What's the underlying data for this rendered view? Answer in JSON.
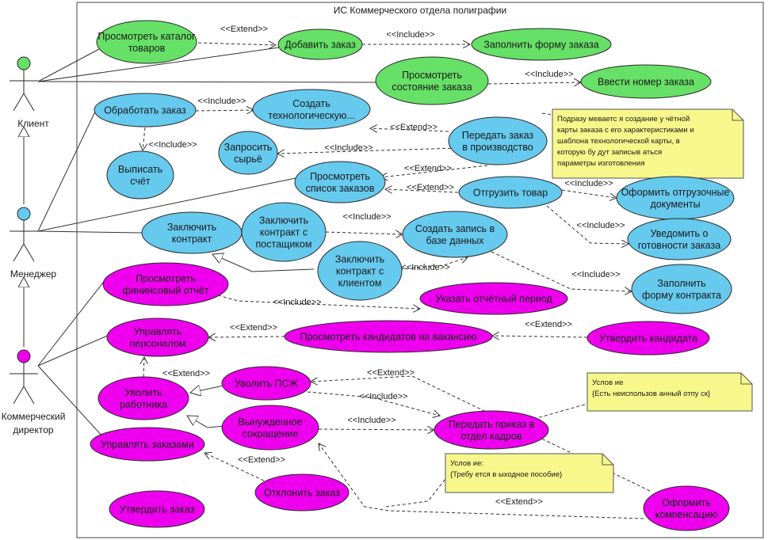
{
  "system": {
    "title": "ИС Коммерческого отдела полиграфии"
  },
  "colors": {
    "client": "#66e066",
    "manager": "#66c9ee",
    "director": "#ee00ee",
    "note": "#f7f78c"
  },
  "actors": [
    {
      "id": "client",
      "label": [
        "Клиент"
      ]
    },
    {
      "id": "manager",
      "label": [
        "Менеджер"
      ]
    },
    {
      "id": "director",
      "label": [
        "Коммерческий",
        "директор"
      ]
    }
  ],
  "use_cases": [
    {
      "id": "view_catalog",
      "group": "client",
      "lines": [
        "Просмотреть каталог",
        "товаров"
      ]
    },
    {
      "id": "add_order",
      "group": "client",
      "lines": [
        "Добавить заказ"
      ]
    },
    {
      "id": "fill_order_form",
      "group": "client",
      "lines": [
        "Заполнить форму заказа"
      ]
    },
    {
      "id": "view_order_state",
      "group": "client",
      "lines": [
        "Просмотреть",
        "состояние заказа"
      ]
    },
    {
      "id": "enter_order_num",
      "group": "client",
      "lines": [
        "Ввести номер заказа"
      ]
    },
    {
      "id": "process_order",
      "group": "manager",
      "lines": [
        "Обработать заказ"
      ]
    },
    {
      "id": "create_tech",
      "group": "manager",
      "lines": [
        "Создать",
        "технологическую..."
      ]
    },
    {
      "id": "issue_invoice",
      "group": "manager",
      "lines": [
        "Выписать",
        "счёт"
      ]
    },
    {
      "id": "request_raw",
      "group": "manager",
      "lines": [
        "Запросить",
        "сырьё"
      ]
    },
    {
      "id": "send_production",
      "group": "manager",
      "lines": [
        "Передать заказ",
        "в производство"
      ]
    },
    {
      "id": "view_orders",
      "group": "manager",
      "lines": [
        "Просмотреть",
        "список заказов"
      ]
    },
    {
      "id": "ship_goods",
      "group": "manager",
      "lines": [
        "Отгрузить товар"
      ]
    },
    {
      "id": "ship_docs",
      "group": "manager",
      "lines": [
        "Оформить отгрузочные",
        "документы"
      ]
    },
    {
      "id": "notify_ready",
      "group": "manager",
      "lines": [
        "Уведомить о",
        "готовности заказа"
      ]
    },
    {
      "id": "contract",
      "group": "manager",
      "lines": [
        "Заключить",
        "контракт"
      ]
    },
    {
      "id": "contract_supplier",
      "group": "manager",
      "lines": [
        "Заключить",
        "контракт с",
        "постащиком"
      ]
    },
    {
      "id": "db_record",
      "group": "manager",
      "lines": [
        "Создать запись в",
        "базе данных"
      ]
    },
    {
      "id": "contract_client",
      "group": "manager",
      "lines": [
        "Заключить",
        "контракт с",
        "клиентом"
      ]
    },
    {
      "id": "fill_contract",
      "group": "manager",
      "lines": [
        "Заполнить",
        "форму контракта"
      ]
    },
    {
      "id": "fin_report",
      "group": "director",
      "lines": [
        "Просмотреть",
        "фининсовый отчёт"
      ]
    },
    {
      "id": "report_period",
      "group": "director",
      "lines": [
        "Указать отчётный период"
      ]
    },
    {
      "id": "manage_staff",
      "group": "director",
      "lines": [
        "Управлять",
        "персоналом"
      ]
    },
    {
      "id": "view_candidates",
      "group": "director",
      "lines": [
        "Просмотреть кандидатов на вакансию"
      ]
    },
    {
      "id": "approve_candidate",
      "group": "director",
      "lines": [
        "Утвердить кандидата"
      ]
    },
    {
      "id": "fire_psj",
      "group": "director",
      "lines": [
        "Уволить ПСЖ"
      ]
    },
    {
      "id": "fire_worker",
      "group": "director",
      "lines": [
        "Уволить",
        "работника"
      ]
    },
    {
      "id": "forced_cut",
      "group": "director",
      "lines": [
        "Вынужденное",
        "сокращение"
      ]
    },
    {
      "id": "hr_order",
      "group": "director",
      "lines": [
        "Передать приказ в",
        "отдел кадров"
      ]
    },
    {
      "id": "manage_orders",
      "group": "director",
      "lines": [
        "Управлять заказами"
      ]
    },
    {
      "id": "reject_order",
      "group": "director",
      "lines": [
        "Отклонить заказ"
      ]
    },
    {
      "id": "approve_order",
      "group": "director",
      "lines": [
        "Утвердить заказ"
      ]
    },
    {
      "id": "compensation",
      "group": "director",
      "lines": [
        "Оформить",
        "компенсацию"
      ]
    }
  ],
  "relations": [
    {
      "id": "r1",
      "label": "<<Extend>>"
    },
    {
      "id": "r2",
      "label": "<<Include>>"
    },
    {
      "id": "r3",
      "label": "<<Include>>"
    },
    {
      "id": "r4",
      "label": "<<Include>>"
    },
    {
      "id": "r5",
      "label": "<<Include>>"
    },
    {
      "id": "r6",
      "label": "<<Extend>>"
    },
    {
      "id": "r7",
      "label": "<<Include>>"
    },
    {
      "id": "r8",
      "label": "<<Extend>>"
    },
    {
      "id": "r9",
      "label": "<<Extend>>"
    },
    {
      "id": "r10",
      "label": "<<Include>>"
    },
    {
      "id": "r11",
      "label": "<<Include>>"
    },
    {
      "id": "r12",
      "label": "<<Include>>"
    },
    {
      "id": "r13",
      "label": "<<Include>>"
    },
    {
      "id": "r14",
      "label": "<<Include>>"
    },
    {
      "id": "r15",
      "label": "<<Include>>"
    },
    {
      "id": "r16",
      "label": "<<Extend>>"
    },
    {
      "id": "r17",
      "label": "<<Extend>>"
    },
    {
      "id": "r18",
      "label": "<<Extend>>"
    },
    {
      "id": "r19",
      "label": "<<Extend>>"
    },
    {
      "id": "r20",
      "label": "<<Include>>"
    },
    {
      "id": "r21",
      "label": "<<Include>>"
    },
    {
      "id": "r22",
      "label": "<<Extend>>"
    },
    {
      "id": "r23",
      "label": "<<Extend>>"
    }
  ],
  "notes": [
    {
      "id": "note_tech",
      "lines": [
        "Подразу меваетс я  создание у чётной",
        "карты заказа с его характеристиками и",
        "шаблона технологической карты, в",
        "которую бу дут записыв аться",
        "параметры изготовления"
      ]
    },
    {
      "id": "note_leave",
      "lines": [
        "Услов ие",
        "{Есть неиспользов анный отпу ск}"
      ]
    },
    {
      "id": "note_benefit",
      "lines": [
        "Услов ие:",
        "{Требу ется в ыходное пособие}"
      ]
    }
  ]
}
